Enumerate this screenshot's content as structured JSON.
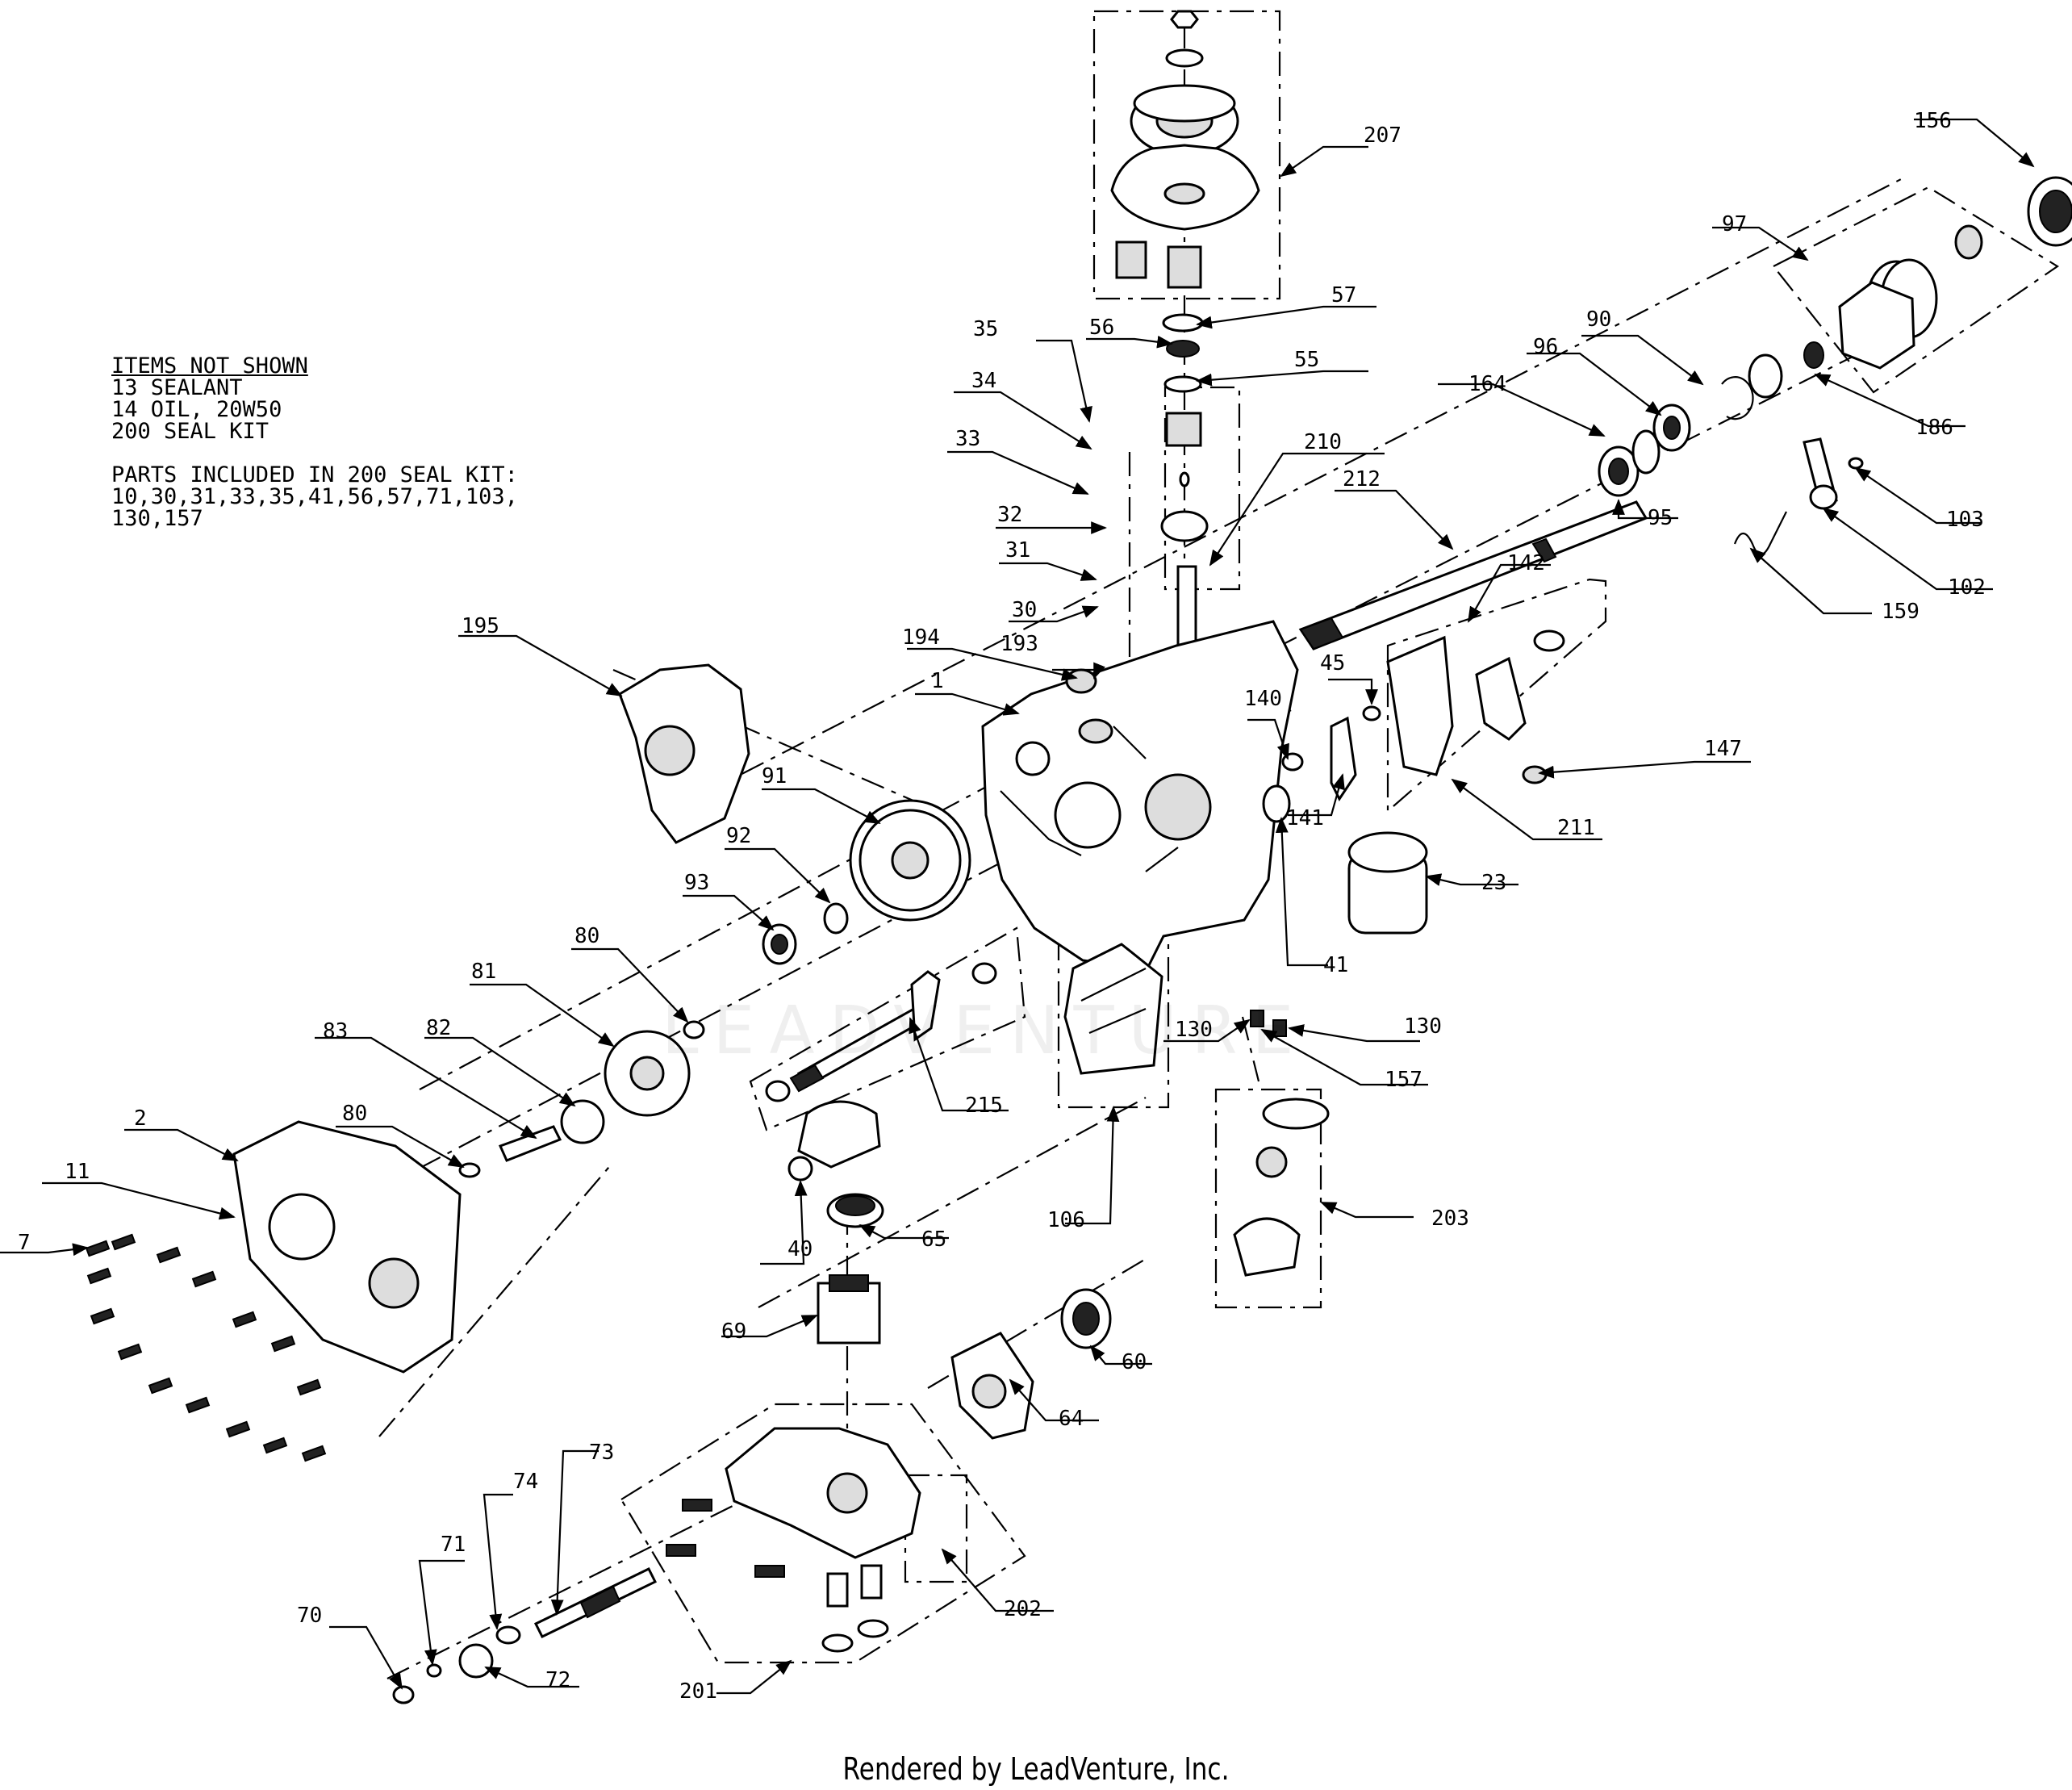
{
  "notes": {
    "heading": "ITEMS NOT SHOWN",
    "lines": [
      "13 SEALANT",
      "14 OIL, 20W50",
      "200 SEAL KIT"
    ],
    "kit_heading": "PARTS INCLUDED IN 200 SEAL KIT:",
    "kit_lines": [
      "10,30,31,33,35,41,56,57,71,103,",
      "130,157"
    ]
  },
  "watermark": "LEADVENTURE",
  "footer": "Rendered by LeadVenture, Inc.",
  "callouts": [
    "207",
    "57",
    "56",
    "55",
    "35",
    "34",
    "33",
    "32",
    "31",
    "30",
    "210",
    "212",
    "90",
    "96",
    "164",
    "95",
    "97",
    "156",
    "186",
    "103",
    "102",
    "159",
    "142",
    "195",
    "194",
    "193",
    "1",
    "45",
    "140",
    "141",
    "147",
    "211",
    "91",
    "92",
    "93",
    "80",
    "81",
    "83",
    "82",
    "80",
    "215",
    "106",
    "130",
    "130",
    "157",
    "41",
    "23",
    "2",
    "11",
    "7",
    "40",
    "65",
    "69",
    "60",
    "64",
    "203",
    "73",
    "74",
    "71",
    "70",
    "72",
    "201",
    "202"
  ]
}
